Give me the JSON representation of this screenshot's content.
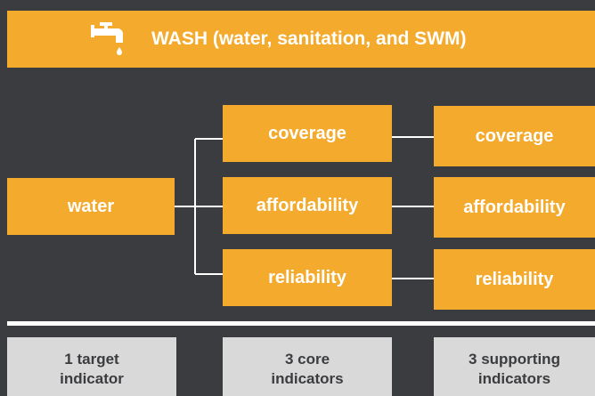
{
  "header": {
    "icon": "faucet-icon",
    "title": "WASH (water, sanitation, and SWM)"
  },
  "target": {
    "label": "water"
  },
  "core_indicators": [
    {
      "label": "coverage"
    },
    {
      "label": "affordability"
    },
    {
      "label": "reliability"
    }
  ],
  "supporting_indicators": [
    {
      "label": "coverage"
    },
    {
      "label": "affordability"
    },
    {
      "label": "reliability"
    }
  ],
  "summary": {
    "target": [
      "1 target",
      "indicator"
    ],
    "core": [
      "3 core",
      "indicators"
    ],
    "supporting": [
      "3 supporting",
      "indicators"
    ]
  },
  "colors": {
    "background": "#3b3c3f",
    "accent": "#f3aa2d",
    "summary_box": "#d9d9d9",
    "connector": "#ffffff"
  }
}
